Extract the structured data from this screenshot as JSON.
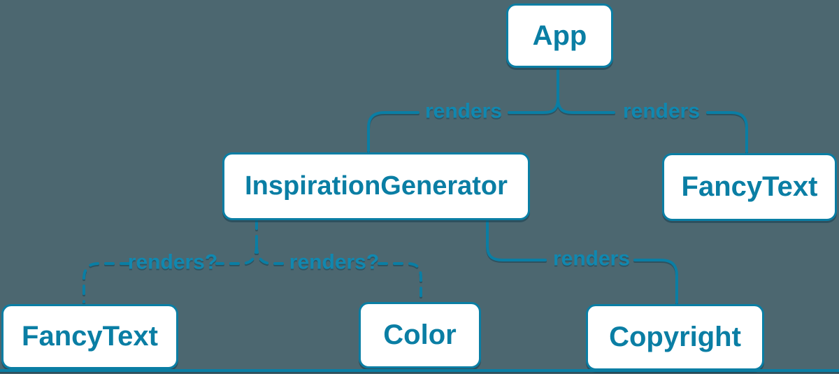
{
  "diagram": {
    "type": "component-render-tree",
    "colors": {
      "background": "#4C6770",
      "accent": "#0A7EA4",
      "edge_label": "#1088B0",
      "node_fill": "#FFFFFF",
      "shadow": "#0D3A4B"
    },
    "nodes": [
      {
        "id": "app",
        "label": "App"
      },
      {
        "id": "inspiration-generator",
        "label": "InspirationGenerator"
      },
      {
        "id": "fancy-text-top",
        "label": "FancyText"
      },
      {
        "id": "fancy-text-bottom",
        "label": "FancyText"
      },
      {
        "id": "color",
        "label": "Color"
      },
      {
        "id": "copyright",
        "label": "Copyright"
      }
    ],
    "edges": [
      {
        "from": "App",
        "to": "InspirationGenerator",
        "label": "renders",
        "style": "solid"
      },
      {
        "from": "App",
        "to": "FancyText",
        "label": "renders",
        "style": "solid"
      },
      {
        "from": "InspirationGenerator",
        "to": "FancyText",
        "label": "renders?",
        "style": "dashed"
      },
      {
        "from": "InspirationGenerator",
        "to": "Color",
        "label": "renders?",
        "style": "dashed"
      },
      {
        "from": "InspirationGenerator",
        "to": "Copyright",
        "label": "renders",
        "style": "solid"
      }
    ]
  }
}
